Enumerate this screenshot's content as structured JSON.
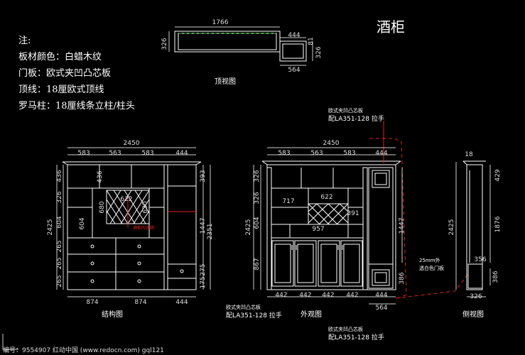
{
  "title": "酒柜",
  "notes": {
    "heading": "注:",
    "line1": "板材颜色：白蜡木纹",
    "line2": "门板：欧式夹凹凸芯板",
    "line3": "顶线：18厘欧式顶线",
    "line4": "罗马柱：18厘线条立柱/柱头"
  },
  "views": {
    "top": "顶视图",
    "structure": "结构图",
    "exterior": "外观图",
    "side": "侧视图"
  },
  "top_view_dims": {
    "width": "1766",
    "depth": "326",
    "ext_width": "444",
    "ext_depth_a": "81",
    "ext_depth_b": "326",
    "bottom": "564"
  },
  "overall": {
    "width": "2450",
    "height": "2425"
  },
  "structure_dims": {
    "top_segments": [
      "583",
      "563",
      "583",
      "444"
    ],
    "left_segments": [
      "436",
      "326",
      "604",
      "265",
      "265",
      "265"
    ],
    "bottom_segments": [
      "874",
      "874",
      "444"
    ],
    "inner_436": "436",
    "inner_622": "622",
    "inner_630": "630",
    "inner_680": "680",
    "inner_604": "604",
    "right_393": "393",
    "right_1447": "1447",
    "right_2351": "2351",
    "right_175": "175",
    "right_275": "275",
    "red_note": "酒柜内容物"
  },
  "exterior_dims": {
    "top_segments": [
      "583",
      "563",
      "583",
      "444"
    ],
    "left_segments": [
      "326",
      "326",
      "604",
      "867"
    ],
    "bottom_segments": [
      "442",
      "442",
      "442",
      "442",
      "444"
    ],
    "inner_717": "717",
    "inner_622": "622",
    "inner_391": "391",
    "inner_957": "957",
    "right_1447": "1447",
    "right_386": "386",
    "depth_564": "564",
    "callout_top_a": "欧式夹凹凸芯板",
    "callout_top_b": "配LA351-128 拉手",
    "callout_bottom_a": "欧式夹凹凸芯板",
    "callout_bottom_b": "配LA351-128 拉手",
    "callout_bottom2_a": "欧式夹凹凸芯板",
    "callout_bottom2_b": "配LA351-128 拉手",
    "callout_side_a": "25mm外",
    "callout_side_b": "透白色门板"
  },
  "side_dims": {
    "top": "18",
    "d429": "429",
    "d1876": "1876",
    "d356": "356",
    "d386": "386",
    "total": "2425",
    "depth": "326"
  },
  "footer": "编号：9554907   红动中国 (www.redocn.com)   gql121",
  "colors": {
    "line": "#ffffff",
    "dim": "#d8d8d8",
    "red": "#e02020",
    "green": "#22c722"
  }
}
